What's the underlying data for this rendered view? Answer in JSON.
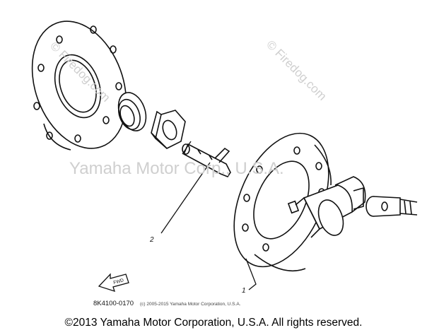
{
  "diagram": {
    "callouts": [
      {
        "id": "callout-1",
        "label": "1"
      },
      {
        "id": "callout-2",
        "label": "2"
      }
    ],
    "fwd_arrow_label": "FWD",
    "part_number": "8K4100-0170",
    "small_copyright": "(c) 2005-2015 Yamaha Motor Corporation, U.S.A."
  },
  "watermarks": {
    "center": "Yamaha Motor Corp., U.S.A.",
    "site_left": "© Firedog.com",
    "site_right": "© Firedog.com"
  },
  "footer": {
    "copyright": "©2013 Yamaha Motor Corporation, U.S.A. All rights reserved."
  },
  "colors": {
    "line": "#111111",
    "watermark": "#cfcfcf"
  }
}
